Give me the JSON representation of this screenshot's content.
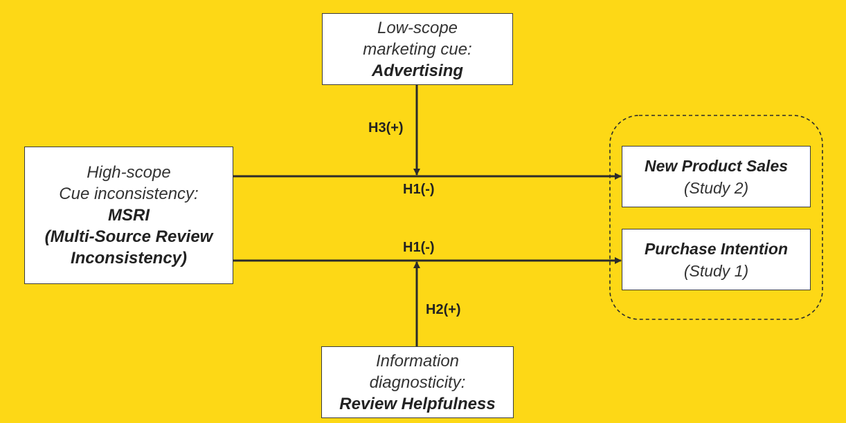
{
  "boxes": {
    "low_scope": {
      "line1": "Low-scope",
      "line2": "marketing cue:",
      "line3": "Advertising"
    },
    "high_scope": {
      "line1": "High-scope",
      "line2": "Cue inconsistency:",
      "line3": "MSRI",
      "line4": "(Multi-Source Review",
      "line5": "Inconsistency)"
    },
    "info_diag": {
      "line1": "Information",
      "line2": "diagnosticity:",
      "line3": "Review Helpfulness"
    },
    "new_product_sales": {
      "title": "New Product Sales",
      "subtitle": "(Study 2)"
    },
    "purchase_intention": {
      "title": "Purchase Intention",
      "subtitle": "(Study 1)"
    }
  },
  "labels": {
    "h3": "H3(+)",
    "h1_top": "H1(-)",
    "h1_bottom": "H1(-)",
    "h2": "H2(+)"
  },
  "colors": {
    "background": "#FDD816",
    "box_fill": "#FFFFFF",
    "stroke": "#2B2B2B"
  }
}
